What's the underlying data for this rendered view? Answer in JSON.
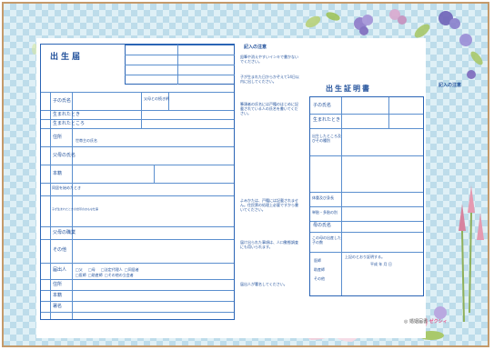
{
  "left_form": {
    "title": "出生届",
    "instructions_heading": "記入の注意",
    "notes": [
      "鉛筆や消えやすいインキで書かないでください。",
      "子が生まれた日からかぞえて14日以内に出してください。",
      "筆頭者の氏名には戸籍のはじめに記載されている人の氏名を書いてください。",
      "よみかたは、戸籍には記載されません。住民票の処理上必要ですから書いてください。",
      "届け出られた事項は、人口動態調査にも用いられます。",
      "届出人が署名してください。"
    ],
    "row_labels": [
      "子の氏名",
      "父母との続き柄",
      "生まれたとき",
      "生まれたところ",
      "住所",
      "世帯主の氏名",
      "父母の氏名",
      "本籍",
      "同居を始めたとき",
      "子が生まれたときの世帯のおもな仕事",
      "父母の職業",
      "その他",
      "届出人",
      "住所",
      "本籍",
      "署名"
    ],
    "checkbox_labels": [
      "父",
      "母",
      "法定代理人",
      "同居者",
      "医師",
      "助産師",
      "その他の立会者"
    ]
  },
  "right_form": {
    "title": "出生証明書",
    "side_note": "記入の注意",
    "row_labels": [
      "子の氏名",
      "生まれたとき",
      "出生したところ及びその種別",
      "体重及び身長",
      "単胎・多胎の別",
      "母の氏名",
      "この母の出産した子の数",
      "上記のとおり証明する。"
    ],
    "signer_labels": [
      "医師",
      "助産師",
      "その他"
    ],
    "sign_date": "平成  年  月  日"
  },
  "brand": {
    "name": "婚姻届書",
    "logo_text": "ゼクシィ"
  },
  "colors": {
    "form_blue": "#1f4f9a",
    "border_brown": "#c59a6a",
    "pattern_blue": "#dff0f6"
  }
}
